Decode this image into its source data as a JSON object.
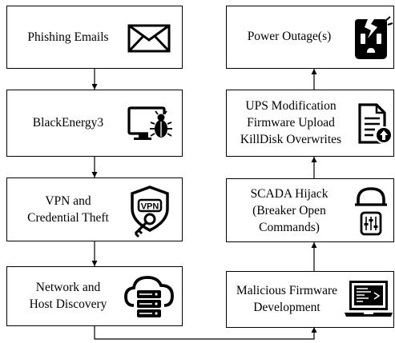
{
  "diagram": {
    "left_column": [
      {
        "id": "phishing",
        "lines": [
          "Phishing Emails"
        ],
        "icon": "envelope-icon"
      },
      {
        "id": "blackenergy",
        "lines": [
          "BlackEnergy3"
        ],
        "icon": "monitor-bug-icon"
      },
      {
        "id": "vpn",
        "lines": [
          "VPN and",
          "Credential Theft"
        ],
        "icon": "vpn-shield-key-icon"
      },
      {
        "id": "discovery",
        "lines": [
          "Network and",
          "Host Discovery"
        ],
        "icon": "cloud-server-icon"
      }
    ],
    "right_column": [
      {
        "id": "outage",
        "lines": [
          "Power Outage(s)"
        ],
        "icon": "broken-outlet-icon"
      },
      {
        "id": "ups",
        "lines": [
          "UPS Modification",
          "Firmware Upload",
          "KillDisk Overwrites"
        ],
        "icon": "document-upload-icon"
      },
      {
        "id": "scada",
        "lines": [
          "SCADA Hijack",
          "(Breaker Open",
          "Commands)"
        ],
        "icon": "breaker-sliders-icon"
      },
      {
        "id": "firmware",
        "lines": [
          "Malicious Firmware",
          "Development"
        ],
        "icon": "laptop-code-icon"
      }
    ],
    "flow": [
      [
        "phishing",
        "blackenergy"
      ],
      [
        "blackenergy",
        "vpn"
      ],
      [
        "vpn",
        "discovery"
      ],
      [
        "discovery",
        "firmware"
      ],
      [
        "firmware",
        "scada"
      ],
      [
        "scada",
        "ups"
      ],
      [
        "ups",
        "outage"
      ]
    ]
  }
}
